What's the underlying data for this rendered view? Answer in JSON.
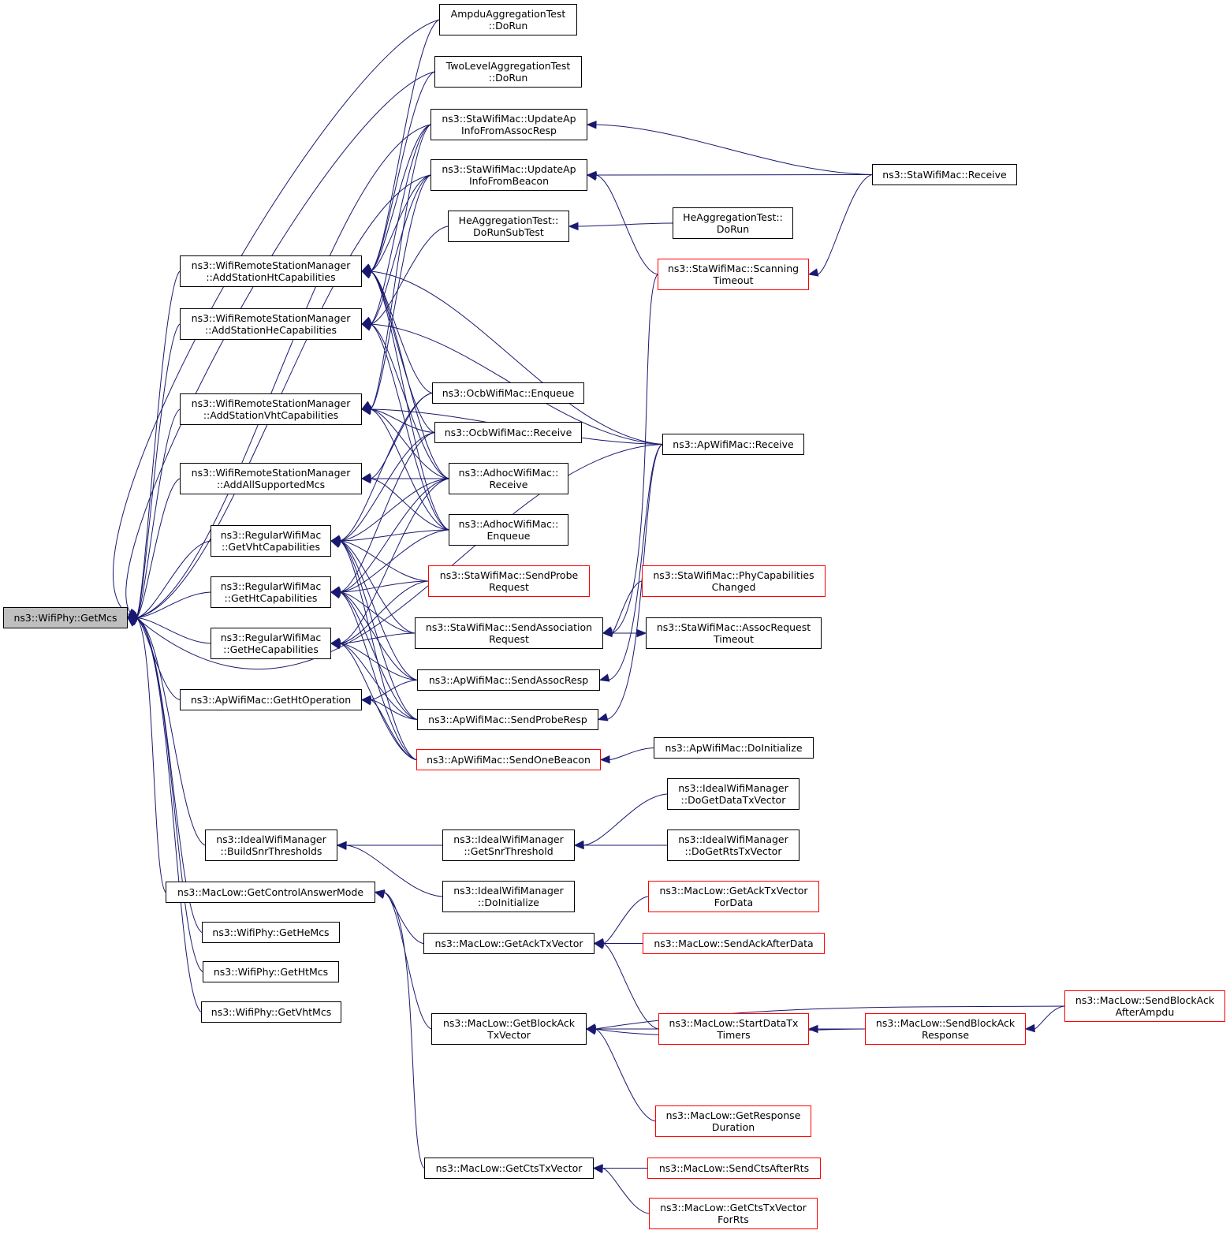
{
  "colors": {
    "edge": "#191970",
    "node_border": "#000000",
    "node_border_truncated": "#ff0000",
    "root_fill": "#bfbfbf",
    "node_fill": "#ffffff"
  },
  "graph": {
    "root": {
      "id": "getmcs",
      "lines": [
        "ns3::WifiPhy::GetMcs"
      ]
    },
    "nodes": [
      {
        "id": "ampdu",
        "lines": [
          "AmpduAggregationTest",
          "::DoRun"
        ],
        "truncated": false
      },
      {
        "id": "twolevel",
        "lines": [
          "TwoLevelAggregationTest",
          "::DoRun"
        ],
        "truncated": false
      },
      {
        "id": "updassoc",
        "lines": [
          "ns3::StaWifiMac::UpdateAp",
          "InfoFromAssocResp"
        ],
        "truncated": false
      },
      {
        "id": "updbeacon",
        "lines": [
          "ns3::StaWifiMac::UpdateAp",
          "InfoFromBeacon"
        ],
        "truncated": false
      },
      {
        "id": "stareceive",
        "lines": [
          "ns3::StaWifiMac::Receive"
        ],
        "truncated": false
      },
      {
        "id": "hesub",
        "lines": [
          "HeAggregationTest::",
          "DoRunSubTest"
        ],
        "truncated": false
      },
      {
        "id": "herun",
        "lines": [
          "HeAggregationTest::",
          "DoRun"
        ],
        "truncated": false
      },
      {
        "id": "scanning",
        "lines": [
          "ns3::StaWifiMac::Scanning",
          "Timeout"
        ],
        "truncated": true
      },
      {
        "id": "addht",
        "lines": [
          "ns3::WifiRemoteStationManager",
          "::AddStationHtCapabilities"
        ],
        "truncated": false
      },
      {
        "id": "addhe",
        "lines": [
          "ns3::WifiRemoteStationManager",
          "::AddStationHeCapabilities"
        ],
        "truncated": false
      },
      {
        "id": "addvht",
        "lines": [
          "ns3::WifiRemoteStationManager",
          "::AddStationVhtCapabilities"
        ],
        "truncated": false
      },
      {
        "id": "addall",
        "lines": [
          "ns3::WifiRemoteStationManager",
          "::AddAllSupportedMcs"
        ],
        "truncated": false
      },
      {
        "id": "ocbenq",
        "lines": [
          "ns3::OcbWifiMac::Enqueue"
        ],
        "truncated": false
      },
      {
        "id": "ocbrecv",
        "lines": [
          "ns3::OcbWifiMac::Receive"
        ],
        "truncated": false
      },
      {
        "id": "aprecv",
        "lines": [
          "ns3::ApWifiMac::Receive"
        ],
        "truncated": false
      },
      {
        "id": "adhocrecv",
        "lines": [
          "ns3::AdhocWifiMac::",
          "Receive"
        ],
        "truncated": false
      },
      {
        "id": "adhocenq",
        "lines": [
          "ns3::AdhocWifiMac::",
          "Enqueue"
        ],
        "truncated": false
      },
      {
        "id": "getvht",
        "lines": [
          "ns3::RegularWifiMac",
          "::GetVhtCapabilities"
        ],
        "truncated": false
      },
      {
        "id": "getht",
        "lines": [
          "ns3::RegularWifiMac",
          "::GetHtCapabilities"
        ],
        "truncated": false
      },
      {
        "id": "gethe",
        "lines": [
          "ns3::RegularWifiMac",
          "::GetHeCapabilities"
        ],
        "truncated": false
      },
      {
        "id": "sendprobe",
        "lines": [
          "ns3::StaWifiMac::SendProbe",
          "Request"
        ],
        "truncated": true
      },
      {
        "id": "phycap",
        "lines": [
          "ns3::StaWifiMac::PhyCapabilities",
          "Changed"
        ],
        "truncated": true
      },
      {
        "id": "sendassoc",
        "lines": [
          "ns3::StaWifiMac::SendAssociation",
          "Request"
        ],
        "truncated": false
      },
      {
        "id": "assoctimeout",
        "lines": [
          "ns3::StaWifiMac::AssocRequest",
          "Timeout"
        ],
        "truncated": false
      },
      {
        "id": "sendassocresp",
        "lines": [
          "ns3::ApWifiMac::SendAssocResp"
        ],
        "truncated": false
      },
      {
        "id": "gethtop",
        "lines": [
          "ns3::ApWifiMac::GetHtOperation"
        ],
        "truncated": false
      },
      {
        "id": "sendproberesp",
        "lines": [
          "ns3::ApWifiMac::SendProbeResp"
        ],
        "truncated": false
      },
      {
        "id": "sendonebeacon",
        "lines": [
          "ns3::ApWifiMac::SendOneBeacon"
        ],
        "truncated": true
      },
      {
        "id": "apinit",
        "lines": [
          "ns3::ApWifiMac::DoInitialize"
        ],
        "truncated": false
      },
      {
        "id": "idealdata",
        "lines": [
          "ns3::IdealWifiManager",
          "::DoGetDataTxVector"
        ],
        "truncated": false
      },
      {
        "id": "idealbuild",
        "lines": [
          "ns3::IdealWifiManager",
          "::BuildSnrThresholds"
        ],
        "truncated": false
      },
      {
        "id": "idealsnr",
        "lines": [
          "ns3::IdealWifiManager",
          "::GetSnrThreshold"
        ],
        "truncated": false
      },
      {
        "id": "idealrts",
        "lines": [
          "ns3::IdealWifiManager",
          "::DoGetRtsTxVector"
        ],
        "truncated": false
      },
      {
        "id": "getcam",
        "lines": [
          "ns3::MacLow::GetControlAnswerMode"
        ],
        "truncated": false
      },
      {
        "id": "idealinit",
        "lines": [
          "ns3::IdealWifiManager",
          "::DoInitialize"
        ],
        "truncated": false
      },
      {
        "id": "acktxdata",
        "lines": [
          "ns3::MacLow::GetAckTxVector",
          "ForData"
        ],
        "truncated": true
      },
      {
        "id": "gethemcs",
        "lines": [
          "ns3::WifiPhy::GetHeMcs"
        ],
        "truncated": false
      },
      {
        "id": "getacktx",
        "lines": [
          "ns3::MacLow::GetAckTxVector"
        ],
        "truncated": false
      },
      {
        "id": "sendackdata",
        "lines": [
          "ns3::MacLow::SendAckAfterData"
        ],
        "truncated": true
      },
      {
        "id": "gethtmcs",
        "lines": [
          "ns3::WifiPhy::GetHtMcs"
        ],
        "truncated": false
      },
      {
        "id": "sendbaampdu",
        "lines": [
          "ns3::MacLow::SendBlockAck",
          "AfterAmpdu"
        ],
        "truncated": true
      },
      {
        "id": "getvhtmcs",
        "lines": [
          "ns3::WifiPhy::GetVhtMcs"
        ],
        "truncated": false
      },
      {
        "id": "getbatx",
        "lines": [
          "ns3::MacLow::GetBlockAck",
          "TxVector"
        ],
        "truncated": false
      },
      {
        "id": "startdata",
        "lines": [
          "ns3::MacLow::StartDataTx",
          "Timers"
        ],
        "truncated": true
      },
      {
        "id": "sendbaresp",
        "lines": [
          "ns3::MacLow::SendBlockAck",
          "Response"
        ],
        "truncated": true
      },
      {
        "id": "getrespdur",
        "lines": [
          "ns3::MacLow::GetResponse",
          "Duration"
        ],
        "truncated": true
      },
      {
        "id": "getctstx",
        "lines": [
          "ns3::MacLow::GetCtsTxVector"
        ],
        "truncated": false
      },
      {
        "id": "sendctsrts",
        "lines": [
          "ns3::MacLow::SendCtsAfterRts"
        ],
        "truncated": true
      },
      {
        "id": "ctstxrts",
        "lines": [
          "ns3::MacLow::GetCtsTxVector",
          "ForRts"
        ],
        "truncated": true
      }
    ],
    "edges": [
      [
        "getmcs",
        "ampdu"
      ],
      [
        "getmcs",
        "twolevel"
      ],
      [
        "getmcs",
        "updassoc"
      ],
      [
        "getmcs",
        "updbeacon"
      ],
      [
        "getmcs",
        "addht"
      ],
      [
        "getmcs",
        "addhe"
      ],
      [
        "getmcs",
        "addvht"
      ],
      [
        "getmcs",
        "addall"
      ],
      [
        "getmcs",
        "getvht"
      ],
      [
        "getmcs",
        "getht"
      ],
      [
        "getmcs",
        "gethe"
      ],
      [
        "getmcs",
        "gethtop"
      ],
      [
        "getmcs",
        "aprecv"
      ],
      [
        "getmcs",
        "idealbuild"
      ],
      [
        "getmcs",
        "getcam"
      ],
      [
        "getmcs",
        "gethemcs"
      ],
      [
        "getmcs",
        "gethtmcs"
      ],
      [
        "getmcs",
        "getvhtmcs"
      ],
      [
        "addht",
        "ampdu"
      ],
      [
        "addht",
        "twolevel"
      ],
      [
        "addht",
        "updassoc"
      ],
      [
        "addht",
        "updbeacon"
      ],
      [
        "addht",
        "aprecv"
      ],
      [
        "addht",
        "ocbenq"
      ],
      [
        "addht",
        "ocbrecv"
      ],
      [
        "addht",
        "adhocrecv"
      ],
      [
        "addht",
        "adhocenq"
      ],
      [
        "addhe",
        "updassoc"
      ],
      [
        "addhe",
        "updbeacon"
      ],
      [
        "addhe",
        "hesub"
      ],
      [
        "addhe",
        "aprecv"
      ],
      [
        "addhe",
        "adhocrecv"
      ],
      [
        "addhe",
        "adhocenq"
      ],
      [
        "addvht",
        "updassoc"
      ],
      [
        "addvht",
        "updbeacon"
      ],
      [
        "addvht",
        "aprecv"
      ],
      [
        "addvht",
        "ocbrecv"
      ],
      [
        "addvht",
        "adhocrecv"
      ],
      [
        "addvht",
        "adhocenq"
      ],
      [
        "addall",
        "ocbenq"
      ],
      [
        "addall",
        "adhocrecv"
      ],
      [
        "addall",
        "adhocenq"
      ],
      [
        "getvht",
        "ocbenq"
      ],
      [
        "getvht",
        "ocbrecv"
      ],
      [
        "getvht",
        "adhocrecv"
      ],
      [
        "getvht",
        "adhocenq"
      ],
      [
        "getvht",
        "sendprobe"
      ],
      [
        "getvht",
        "sendassoc"
      ],
      [
        "getvht",
        "sendassocresp"
      ],
      [
        "getvht",
        "sendproberesp"
      ],
      [
        "getvht",
        "sendonebeacon"
      ],
      [
        "getht",
        "ocbrecv"
      ],
      [
        "getht",
        "adhocrecv"
      ],
      [
        "getht",
        "adhocenq"
      ],
      [
        "getht",
        "sendprobe"
      ],
      [
        "getht",
        "sendassoc"
      ],
      [
        "getht",
        "sendassocresp"
      ],
      [
        "getht",
        "sendproberesp"
      ],
      [
        "getht",
        "sendonebeacon"
      ],
      [
        "gethe",
        "adhocrecv"
      ],
      [
        "gethe",
        "sendprobe"
      ],
      [
        "gethe",
        "sendassoc"
      ],
      [
        "gethe",
        "sendassocresp"
      ],
      [
        "gethe",
        "sendproberesp"
      ],
      [
        "gethe",
        "sendonebeacon"
      ],
      [
        "gethtop",
        "sendassocresp"
      ],
      [
        "gethtop",
        "sendproberesp"
      ],
      [
        "gethtop",
        "sendonebeacon"
      ],
      [
        "updassoc",
        "stareceive"
      ],
      [
        "updbeacon",
        "stareceive"
      ],
      [
        "updbeacon",
        "scanning"
      ],
      [
        "scanning",
        "stareceive"
      ],
      [
        "hesub",
        "herun"
      ],
      [
        "sendassoc",
        "scanning"
      ],
      [
        "sendassoc",
        "phycap"
      ],
      [
        "sendassoc",
        "assoctimeout"
      ],
      [
        "assoctimeout",
        "sendassoc"
      ],
      [
        "sendassocresp",
        "aprecv"
      ],
      [
        "sendproberesp",
        "aprecv"
      ],
      [
        "sendonebeacon",
        "apinit"
      ],
      [
        "idealbuild",
        "idealsnr"
      ],
      [
        "idealbuild",
        "idealinit"
      ],
      [
        "idealsnr",
        "idealdata"
      ],
      [
        "idealsnr",
        "idealrts"
      ],
      [
        "getcam",
        "getacktx"
      ],
      [
        "getcam",
        "getbatx"
      ],
      [
        "getcam",
        "getctstx"
      ],
      [
        "getacktx",
        "acktxdata"
      ],
      [
        "getacktx",
        "sendackdata"
      ],
      [
        "getacktx",
        "startdata"
      ],
      [
        "getbatx",
        "sendbaampdu"
      ],
      [
        "getbatx",
        "startdata"
      ],
      [
        "getbatx",
        "sendbaresp"
      ],
      [
        "getbatx",
        "getrespdur"
      ],
      [
        "startdata",
        "sendbaresp"
      ],
      [
        "sendbaresp",
        "sendbaampdu"
      ],
      [
        "getctstx",
        "sendctsrts"
      ],
      [
        "getctstx",
        "ctstxrts"
      ]
    ]
  }
}
